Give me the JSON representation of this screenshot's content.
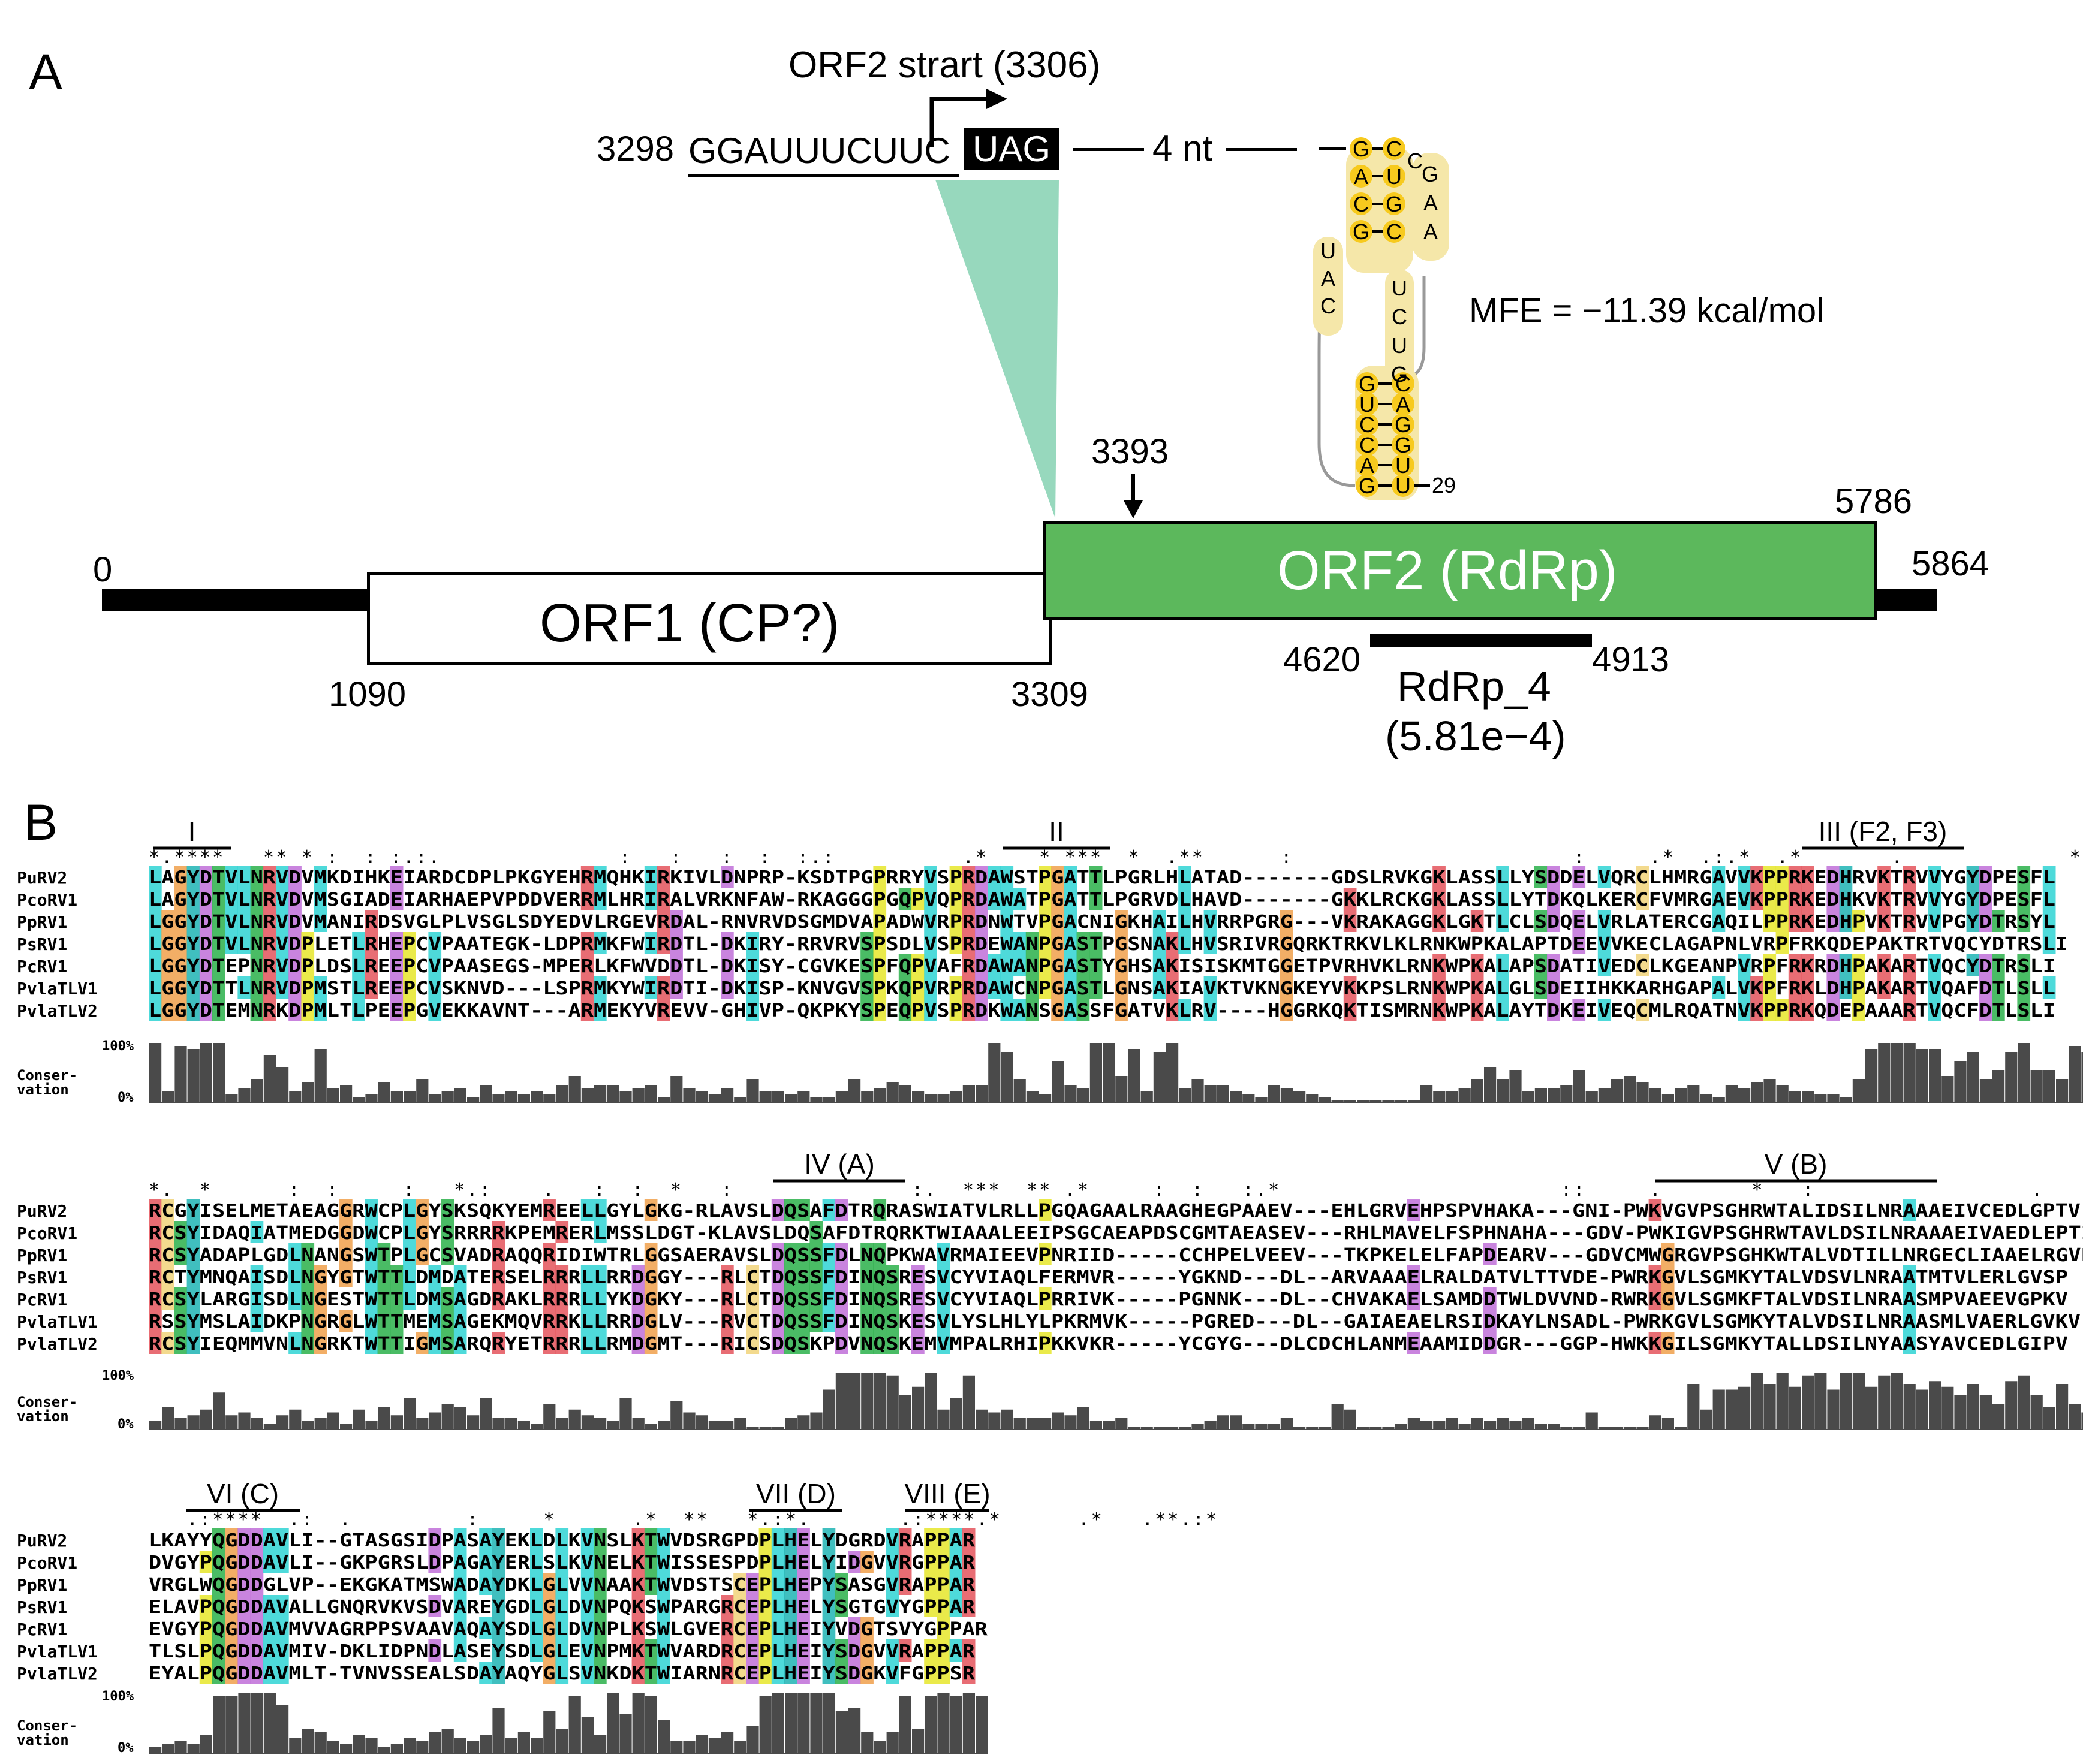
{
  "panel_a": {
    "letter": "A",
    "orf2_start_label": "ORF2 strart (3306)",
    "seq_pos": "3298",
    "seq_text": "GGAUUUCUUC",
    "stop_codon": "UAG",
    "gap_label": "4 nt",
    "mfe_label": "MFE = −11.39 kcal/mol",
    "hairpin_end_label": "29",
    "hairpin": {
      "top_left": [
        "G",
        "A",
        "C",
        "G"
      ],
      "top_right": [
        "C",
        "U",
        "G",
        "C"
      ],
      "loop": [
        "C",
        "G",
        "A",
        "A"
      ],
      "bulge": [
        "U",
        "A",
        "C"
      ],
      "mid_right": [
        "U",
        "C",
        "U",
        "G"
      ],
      "bot_left": [
        "G",
        "U",
        "C",
        "C",
        "A",
        "G"
      ],
      "bot_right": [
        "C",
        "A",
        "G",
        "G",
        "U",
        "U"
      ]
    },
    "genome": {
      "start": "0",
      "end": "5864",
      "orf1_label": "ORF1 (CP?)",
      "orf1_start": "1090",
      "orf1_end": "3309",
      "orf2_label": "ORF2 (RdRp)",
      "orf2_end": "5786",
      "arrow_pos": "3393",
      "domain_start": "4620",
      "domain_end": "4913",
      "domain_name": "RdRp_4",
      "domain_evalue": "(5.81e−4)"
    }
  },
  "panel_b": {
    "letter": "B",
    "cons_label": "Conser-\nvation",
    "cons_100": "100%",
    "cons_0": "0%",
    "blocks": [
      {
        "motifs": [
          {
            "label": "I"
          },
          {
            "label": "II"
          },
          {
            "label": "III (F2, F3)"
          }
        ],
        "stars": "*.****   ** * :  : :.:.              :   :   :  :  :.:          .*    * ***  *  .**      :                      :     .*  .:.*  .*       .             ****  **  .  :*.*     :.*   *:",
        "rows": [
          {
            "name": "PuRV2",
            "seq": "LAGYDTVLNRVDVMKDIHKEIARDCDPLPKGYEHRMQHKIRKIVLDNPRP-KSDTPGPRRYVSPRDAWSTPGATTLPGRLHLATAD-------GDSLRVKGKLASSLLYSDDELVQRCLHMRGAVVKPPRKEDHRVKTRVVYGYDPESFL"
          },
          {
            "name": "PcoRV1",
            "seq": "LAGYDTVLNRVDVMSGIADEIARHAEPVPDDVERRMLHRIRALVRKNFAW-RKAGGGPGQPVQPRDAWATPGATTLPGRVDLHAVD-------GKKLRCKGKLASSLLYTDKQLKERCFVMRGAEVKPPRKEDHKVKTRVVYGYDPESFL"
          },
          {
            "name": "PpRV1",
            "seq": "LGGYDTVLNRVDVMANIRDSVGLPLVSGLSDYEDVLRGEVRDAL-RNVRVDSGMDVAPADWVRPRDNWTVPGACNIGKHAILHVRRPGRG---VKRAKAGGKLGKTLCLSDQELVRLATERCGAQILPPRKEDHPVKTRVVPGYDTRSYL"
          },
          {
            "name": "PsRV1",
            "seq": "LGGYDTVLNRVDPLETLRHEPCVPAATEGK-LDPRMKFWIRDTL-DKIRY-RRVRVSPSDLVSPRDEWANPGASTPGSNAKLHVSRIVRGQRKTRKVLKLRNKWPKALAPTDEEVVKECLAGAPNLVRPFRKQDEPAKTRTVQCYDTRSLI"
          },
          {
            "name": "PcRV1",
            "seq": "LGGYDTEPNRVDPLDSLREEPCVPAASEGS-MPERLKFWVDDTL-DKISY-CGVKESPFQPVAFRDAWANPGASTYGHSAKISISKMTGGETPVRHVKLRNKWPKALAPSDATIVEDCLKGEANPVRPFRKRDHPAKARTVQCYDTRSLI"
          },
          {
            "name": "PvlaTLV1",
            "seq": "LGGYDTTLNRVDPMSTLREEPCVSKNVD---LSPRMKYWIRDTI-DKISP-KNVGVSPKQPVRPRDAWCNPGASTLGNSAKIAVKTVKNGKEYVKKPSLRNKWPKALGLSDEIIHKKARHGAPALVKPFRKLDHPAKARTVQAFDTLSLL"
          },
          {
            "name": "PvlaTLV2",
            "seq": "LGGYDTEMNRKDPMLTLPEEPGVEKKAVNT---ARMEKYVREVV-GHIVP-QKPKYSPEQPVSPRDKWANSGASSFGATVKLRV----HGGRKQKTISMRNKWPKALAYTDKEIVEQCMLRQATNVKPPRKQDEPAAARTVQCFDTLSLI"
          }
        ],
        "conservation": [
          100,
          20,
          95,
          90,
          100,
          100,
          15,
          25,
          40,
          80,
          60,
          20,
          35,
          90,
          25,
          30,
          10,
          15,
          35,
          20,
          20,
          40,
          15,
          20,
          25,
          10,
          30,
          15,
          20,
          15,
          20,
          15,
          30,
          45,
          25,
          30,
          30,
          20,
          25,
          30,
          10,
          45,
          25,
          20,
          15,
          25,
          10,
          40,
          20,
          20,
          15,
          20,
          10,
          10,
          20,
          40,
          20,
          25,
          35,
          30,
          20,
          15,
          15,
          20,
          30,
          30,
          100,
          85,
          40,
          20,
          15,
          70,
          30,
          25,
          100,
          100,
          45,
          90,
          20,
          85,
          100,
          25,
          40,
          30,
          30,
          20,
          15,
          10,
          30,
          25,
          20,
          15,
          10,
          5,
          5,
          5,
          5,
          5,
          5,
          5,
          30,
          20,
          20,
          25,
          40,
          60,
          40,
          55,
          20,
          25,
          25,
          30,
          55,
          20,
          25,
          40,
          45,
          35,
          25,
          15,
          25,
          30,
          15,
          10,
          30,
          25,
          35,
          40,
          30,
          20,
          20,
          15,
          15,
          10,
          40,
          90,
          100,
          100,
          100,
          90,
          90,
          45,
          70,
          85,
          40,
          55,
          85,
          100,
          55,
          55,
          40,
          95,
          85,
          45,
          25,
          80,
          70,
          15
        ]
      },
      {
        "motifs": [
          {
            "label": "IV (A)"
          },
          {
            "label": "V (B)"
          }
        ],
        "stars": "*.  *      :  :     :   *.:    .   :  :  *   :              :.  ***  ** .*     :  :   :.*                      ::     .       *   :                 .    *   *:  **  ::**.:*.:.**       .  *    *.",
        "rows": [
          {
            "name": "PuRV2",
            "seq": "RCGYISELMETAEAGGRWCPLGYSKSQKYEMREELLGYLGKG-RLAVSLDQSAFDTRQRASWIATVLRLLPGQAGAALRAAGHEGPAAEV---EHLGRVEHPSPVHAKA---GNI-PWKVGVPSGHRWTALIDSILNRAAAEIVCEDLGPTV"
          },
          {
            "name": "PcoRV1",
            "seq": "RCSYIDAQIATMEDGGDWCPLGYSRRRRKPEMRERLMSSLDGT-KLAVSLDQSAFDTRQRKTWIAAALEEIPSGCAEAPDSCGMTAEASEV---RHLMAVELFSPHNAHA---GDV-PWKIGVPSGHRWTAVLDSILNRAAAEIVAEDLEPTI"
          },
          {
            "name": "PpRV1",
            "seq": "RCSYADAPLGDLNANGSWTPLGCSVADRAQQRIDIWTRLGGSAERAVSLDQSSFDLNQPKWAVRMAIEEVPNRIID-----CCHPELVEEV---TKPKELELFAPDEARV---GDVCMWGRGVPSGHKWTALVDTILLNRGECLIAAELRGVEV"
          },
          {
            "name": "PsRV1",
            "seq": "RCTYMNQAISDLNGYGTWTTLDMDATERSELRRRLLRRDGGY---RLCTDQSSFDINQSRESVCYVIAQLFERMVR-----YGKND---DL--ARVAAAELRALDATVLTTVDE-PWRKGVLSGMKYTALVDSVLNRAATMTVLERLGVSP"
          },
          {
            "name": "PcRV1",
            "seq": "RCSYLARGISDLNGESTWTTLDMSAGDRAKLRRRLLYKDGKY---RLCTDQSSFDINQSRESVCYVIAQLPRRIVK-----PGNNK---DL--CHVAKAELSAMDDTWLDVVND-RWRKGVLSGMKFTALVDSILNRAASMPVAEEVGPKV"
          },
          {
            "name": "PvlaTLV1",
            "seq": "RSSYMSLAIDKPNGRGLWTTMEMSAGEKMQVRRKLLRRDGLV---RVCTDQSSFDINQSKESVLYSLHLYLPKRMVK-----PGRED---DL--GAIAEAELRSIDKAYLNSADL-PWRKGVLSGMKYTALVDSILNRAASMLVAERLGVKV"
          },
          {
            "name": "PvlaTLV2",
            "seq": "RCSYIEQMMVNLNGRKTWTTIGMSARQRYETRRRLLRMDGMT---RICSDQSKPDVNQSKEMVMPALRHIPKKVKR-----YCGYG---DLCDCHLANMEAAMIDDGR---GGP-HWKKGILSGMKYTALLDSILNYAASYAVCEDLGIPV"
          }
        ],
        "conservation": [
          15,
          40,
          20,
          25,
          35,
          65,
          25,
          30,
          20,
          10,
          25,
          35,
          15,
          20,
          30,
          10,
          35,
          15,
          40,
          25,
          55,
          20,
          30,
          45,
          40,
          25,
          55,
          20,
          20,
          15,
          10,
          45,
          20,
          35,
          25,
          20,
          15,
          55,
          20,
          10,
          15,
          50,
          30,
          25,
          15,
          15,
          20,
          5,
          5,
          5,
          20,
          25,
          30,
          70,
          100,
          100,
          100,
          100,
          95,
          60,
          75,
          100,
          35,
          55,
          95,
          35,
          30,
          35,
          20,
          20,
          20,
          30,
          25,
          40,
          15,
          15,
          20,
          5,
          5,
          5,
          5,
          5,
          10,
          15,
          25,
          25,
          10,
          10,
          10,
          20,
          5,
          5,
          5,
          45,
          35,
          5,
          5,
          5,
          10,
          20,
          15,
          15,
          20,
          10,
          20,
          15,
          20,
          15,
          20,
          10,
          10,
          5,
          5,
          30,
          5,
          5,
          5,
          5,
          25,
          20,
          5,
          80,
          35,
          70,
          70,
          75,
          100,
          80,
          100,
          75,
          95,
          100,
          70,
          100,
          100,
          75,
          95,
          100,
          80,
          70,
          85,
          75,
          60,
          80,
          60,
          45,
          85,
          95,
          60,
          40,
          80,
          45,
          30
        ]
      },
      {
        "motifs": [
          {
            "label": "VI (C)"
          },
          {
            "label": "VII (D)"
          },
          {
            "label": "VIII (E)"
          }
        ],
        "stars": "   .:****  .:  .         :     *      .*  **   *.:*.       .:****.*      .*   .**.:*",
        "rows": [
          {
            "name": "PuRV2",
            "seq": "LKAYYQGDDAVLI--GTASGSIDPASAYEKLDLKVNSLKTWVDSRGPDPLHELYDGRDVRAPPAR"
          },
          {
            "name": "PcoRV1",
            "seq": "DVGYPQGDDAVLI--GKPGRSLDPAGAYERLSLKVNELKTWISSESPDPLHELYIDGVVRGPPAR"
          },
          {
            "name": "PpRV1",
            "seq": "VRGLWQGDDGLVP--EKGKATMSWADAYDKLGLVVNAAKTWVDSTSCEPLHEPYSASGVRAPPAR"
          },
          {
            "name": "PsRV1",
            "seq": "ELAVPQGDDAVALLGNQRVKVSDVAREYGDLGLDVNPQKSWPARGRCEPLHELYSGTGVYGPPAR"
          },
          {
            "name": "PcRV1",
            "seq": "EVGYPQGDDAVMVVAGRPPSVAAVAQAYSDLGLDVNPLKSWLGVERCEPLHEIYVDGTSVYGPPAR"
          },
          {
            "name": "PvlaTLV1",
            "seq": "TLSLPQGDDAVMIV-DKLIDPNDLASEYSDLGLEVNPMKTWVARDRCEPLHEIYSDGVVRAPPAR"
          },
          {
            "name": "PvlaTLV2",
            "seq": "EYALPQGDDAVMLT-TVNVSSEALSDAYAQYGLSVNKDKTWIARNRCEPLHEIYSDGKVFGPPSR"
          }
        ],
        "conservation": [
          10,
          15,
          20,
          15,
          30,
          95,
          95,
          100,
          100,
          100,
          80,
          25,
          40,
          35,
          20,
          15,
          30,
          25,
          10,
          15,
          25,
          20,
          35,
          40,
          25,
          20,
          30,
          75,
          25,
          35,
          25,
          70,
          40,
          95,
          60,
          30,
          100,
          65,
          100,
          95,
          55,
          20,
          20,
          30,
          25,
          35,
          20,
          45,
          95,
          100,
          100,
          100,
          100,
          100,
          70,
          75,
          35,
          20,
          35,
          95,
          40,
          95,
          100,
          95,
          100,
          95
        ]
      }
    ]
  }
}
